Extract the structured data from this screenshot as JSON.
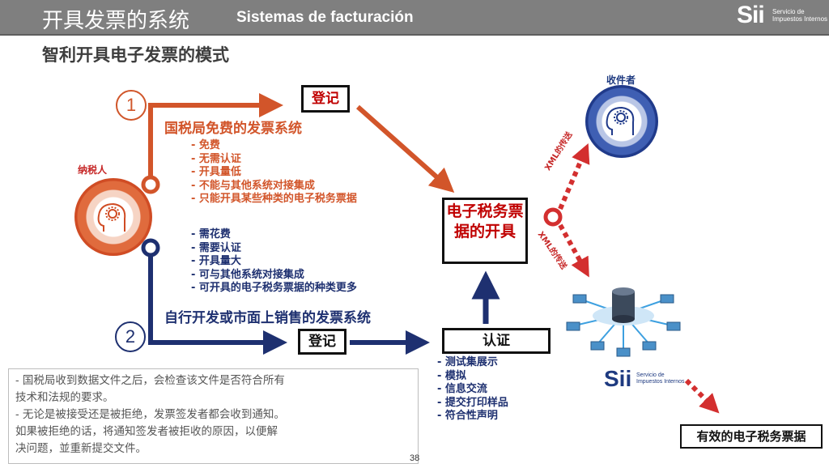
{
  "header": {
    "title": "开具发票的系统",
    "subtitle": "Sistemas de facturación",
    "logo_mark": "Sii",
    "logo_text": "Servicio de Impuestos Internos"
  },
  "heading": "智利开具电子发票的模式",
  "actors": {
    "taxpayer": "纳税人",
    "receiver": "收件者"
  },
  "steps": {
    "num1": "1",
    "num2": "2",
    "register_top": "登记",
    "register_bottom": "登记",
    "issue": "电子税务票据的开具",
    "certify": "认证",
    "valid": "有效的电子税务票据"
  },
  "free_system": {
    "title": "国税局免费的发票系统",
    "items": [
      "免费",
      "无需认证",
      "开具量低",
      "不能与其他系统对接集成",
      "只能开具某些种类的电子税务票据"
    ]
  },
  "private_system": {
    "title": "自行开发或市面上销售的发票系统",
    "items": [
      "需花费",
      "需要认证",
      "开具量大",
      "可与其他系统对接集成",
      "可开具的电子税务票据的种类更多"
    ]
  },
  "certification_steps": [
    "测试集展示",
    "模拟",
    "信息交流",
    "提交打印样品",
    "符合性声明"
  ],
  "xml_labels": [
    "XML的传送",
    "XML的传送"
  ],
  "sii_logo": {
    "mark": "Sii",
    "text": "Servicio de Impuestos Internos"
  },
  "note": {
    "line1": "- 国税局收到数据文件之后，会检查该文件是否符合所有",
    "line2": "  技术和法规的要求。",
    "line3": "- 无论是被接受还是被拒绝，发票签发者都会收到通知。",
    "line4": "  如果被拒绝的话，将通知签发者被拒收的原因，以便解",
    "line5": "  决问题，並重新提交文件。"
  },
  "page_number": "38",
  "colors": {
    "orange": "#d2552a",
    "navy": "#1e3070",
    "red": "#c00000",
    "header_gray": "#7f7f7f"
  }
}
